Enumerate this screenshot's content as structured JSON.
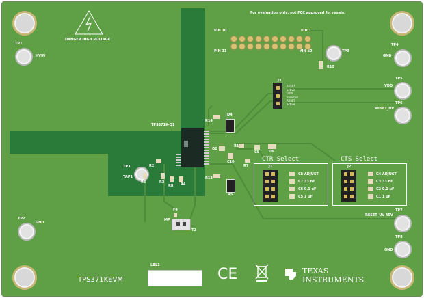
{
  "notice": "For evaluation only; not FCC approved for resale.",
  "warning": "DANGER HIGH VOLTAGE",
  "board_name": "TPS371KEVM",
  "chip_label": "TPS371K-Q1",
  "label_field": "LBL1",
  "ce_mark": "CE",
  "brand": {
    "line1": "TEXAS",
    "line2": "INSTRUMENTS"
  },
  "header": {
    "pin10": "PIN 10",
    "pin1": "PIN 1",
    "pin11": "PIN 11",
    "pin20": "PIN 20"
  },
  "test_points": {
    "tp1": "TP1",
    "tp1_net": "HVIN",
    "tp2": "TP2",
    "tp2_net": "GND",
    "tp3": "TP3",
    "tp3_net": "TAP1",
    "tp4": "TP4",
    "tp4_net": "GND",
    "tp5": "TP5",
    "tp5_net": "VDD",
    "tp6": "TP6",
    "tp6_net": "RESET_UV",
    "tp7": "TP7",
    "tp7_net": "RESET_UV 45V",
    "tp8": "TP8",
    "tp8_net": "GND",
    "tp9": "TP9"
  },
  "ctr_select": {
    "title": "CTR Select",
    "jumper": "J1",
    "options": [
      "C8 ADJUST",
      "C7 33 nF",
      "C6 0.1 uF",
      "C5 1 uF"
    ]
  },
  "cts_select": {
    "title": "CTS Select",
    "jumper": "J2",
    "options": [
      "C4 ADJUST",
      "C3 33 nF",
      "C2 0.1 uF",
      "C1 1 uF"
    ]
  },
  "j3": {
    "name": "J3",
    "labels": [
      "RESET",
      "active",
      "LOW",
      "Inverted",
      "RESET",
      "active"
    ]
  },
  "refdes": {
    "r10": "R10",
    "r14": "R14",
    "d4": "D4",
    "r13": "R13",
    "r5": "R5",
    "r1": "R1",
    "q2": "Q2",
    "c10": "C10",
    "c9": "C9",
    "r7": "R7",
    "d6": "D6",
    "r2": "R2",
    "r6": "R6",
    "r3": "R3",
    "r8": "R8",
    "r4": "R4",
    "f4": "F4",
    "mp": "MP",
    "t2": "T2"
  }
}
